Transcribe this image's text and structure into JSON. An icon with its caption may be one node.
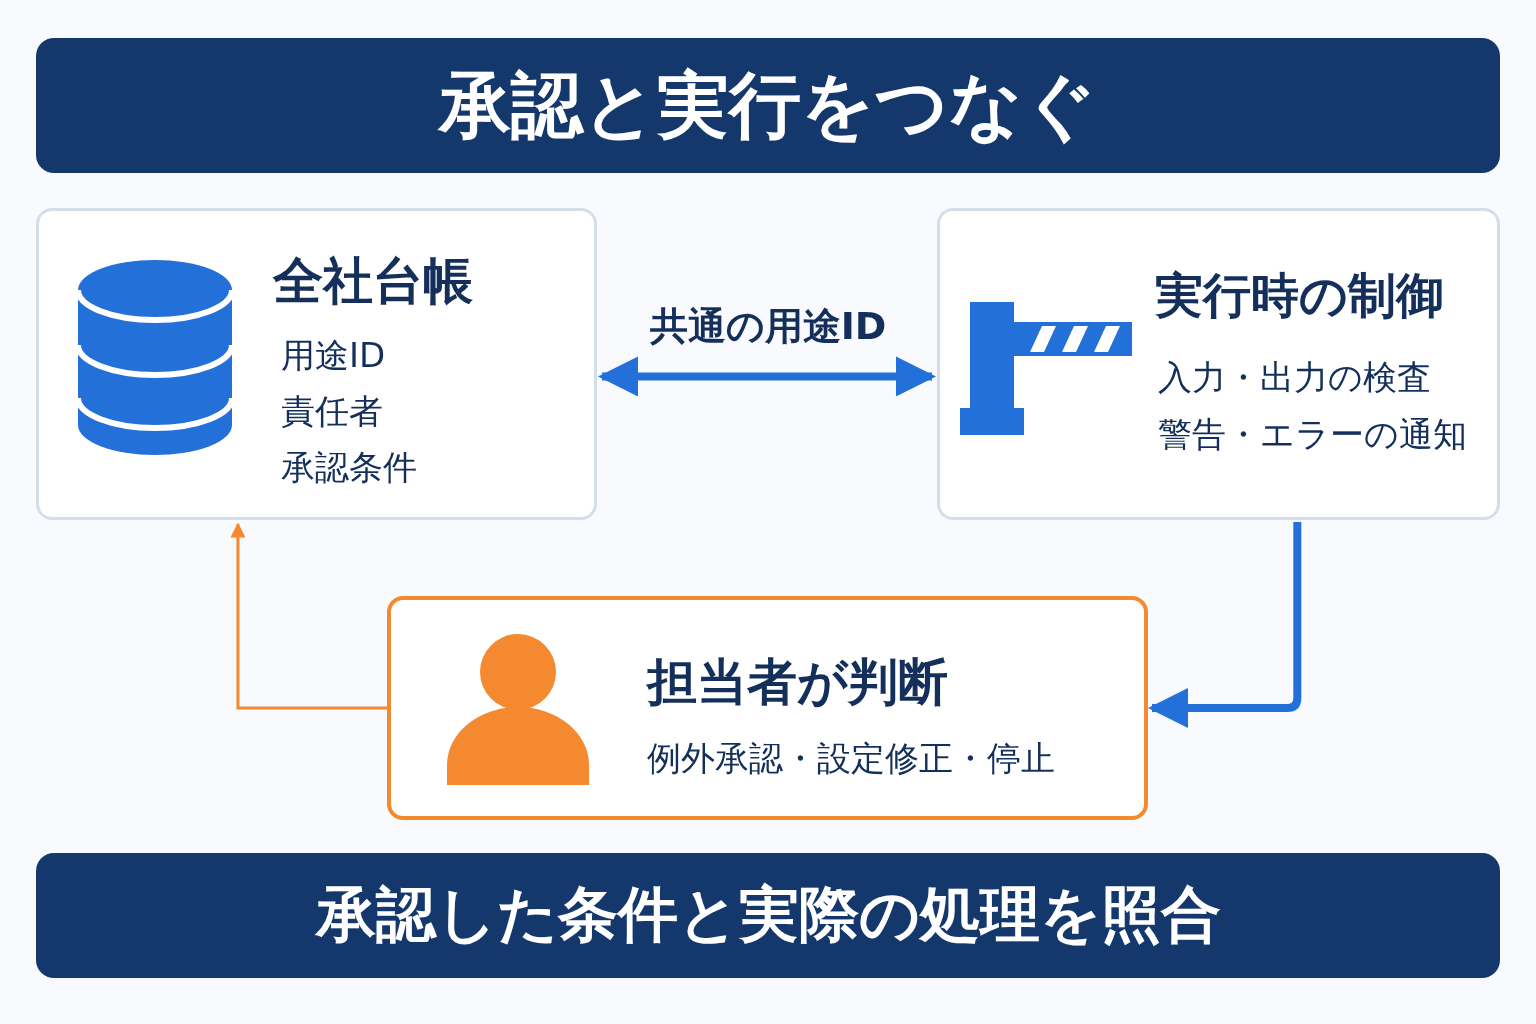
{
  "diagram": {
    "title": "承認と実行をつなぐ",
    "caption": "承認した条件と実際の処理を照合",
    "nodes": [
      {
        "text": [
          "全社台帳",
          "用途ID",
          "責任者",
          "承認条件"
        ]
      },
      {
        "text": [
          "実行時の制御",
          "入力・出力の検査",
          "警告・エラーの通知"
        ]
      },
      {
        "text": [
          "担当者が判断",
          "例外承認・設定修正・停止"
        ]
      }
    ],
    "edges": [
      {
        "from": 0,
        "to": 1,
        "arrow": "both",
        "label": "共通の用途ID"
      },
      {
        "from": 1,
        "to": 2,
        "arrow": "to"
      },
      {
        "from": 2,
        "to": 0,
        "arrow": "to",
        "color": "#f5892f"
      }
    ]
  }
}
